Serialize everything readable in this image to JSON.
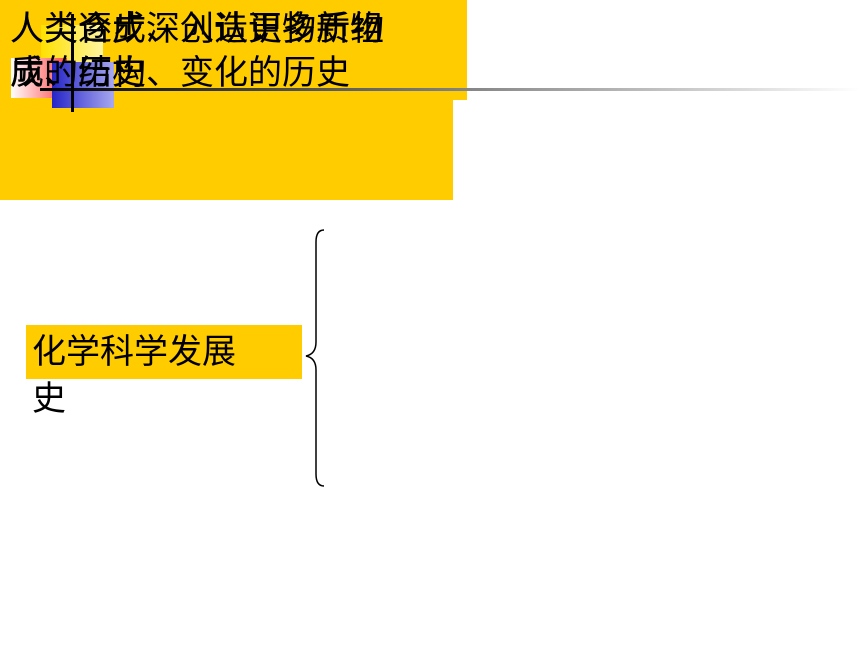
{
  "diagram": {
    "root": {
      "line1": "化学科学发展",
      "line2": "史"
    },
    "branches": [
      {
        "line1": "人类逐步深入认识物质组",
        "line2": "成、结构、变化的历史"
      },
      {
        "line1": "人类合成、创造更多新物",
        "line2": "质的历史"
      }
    ]
  },
  "colors": {
    "highlight": "#FFCC00",
    "deco_yellow": "#FFE100",
    "deco_red": "#FF5A5A",
    "deco_blue": "#2B2BD0",
    "line": "#000000"
  },
  "icons": [
    "slide-corner-decoration",
    "brace-connector"
  ]
}
